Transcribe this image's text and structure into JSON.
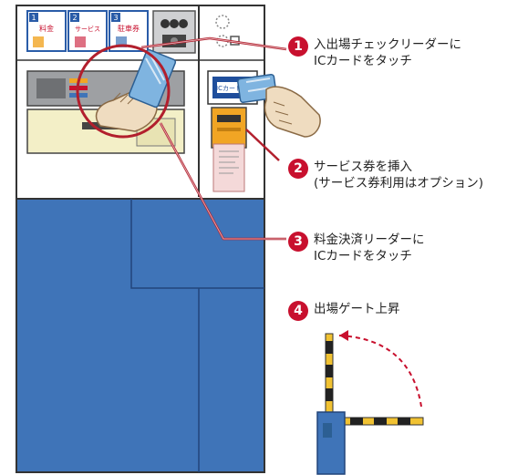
{
  "machine": {
    "top_panels": [
      {
        "num": "1",
        "label": "料金",
        "color": "#c8102e"
      },
      {
        "num": "2",
        "label": "サービス",
        "color": "#c8102e"
      },
      {
        "num": "3",
        "label": "駐車券",
        "color": "#c8102e"
      }
    ],
    "ic_card_label": "ICカード"
  },
  "steps": [
    {
      "number": "1",
      "lines": [
        "入出場チェックリーダーに",
        "ICカードをタッチ"
      ]
    },
    {
      "number": "2",
      "lines": [
        "サービス券を挿入",
        "(サービス券利用はオプション)"
      ]
    },
    {
      "number": "3",
      "lines": [
        "料金決済リーダーに",
        "ICカードをタッチ"
      ]
    },
    {
      "number": "4",
      "lines": [
        "出場ゲート上昇"
      ]
    }
  ],
  "colors": {
    "accent_red": "#c8102e",
    "panel_blue": "#3f74b8",
    "card_blue": "#7fb4e0",
    "slot_yellow": "#f1a524",
    "cream": "#f3efc7"
  }
}
